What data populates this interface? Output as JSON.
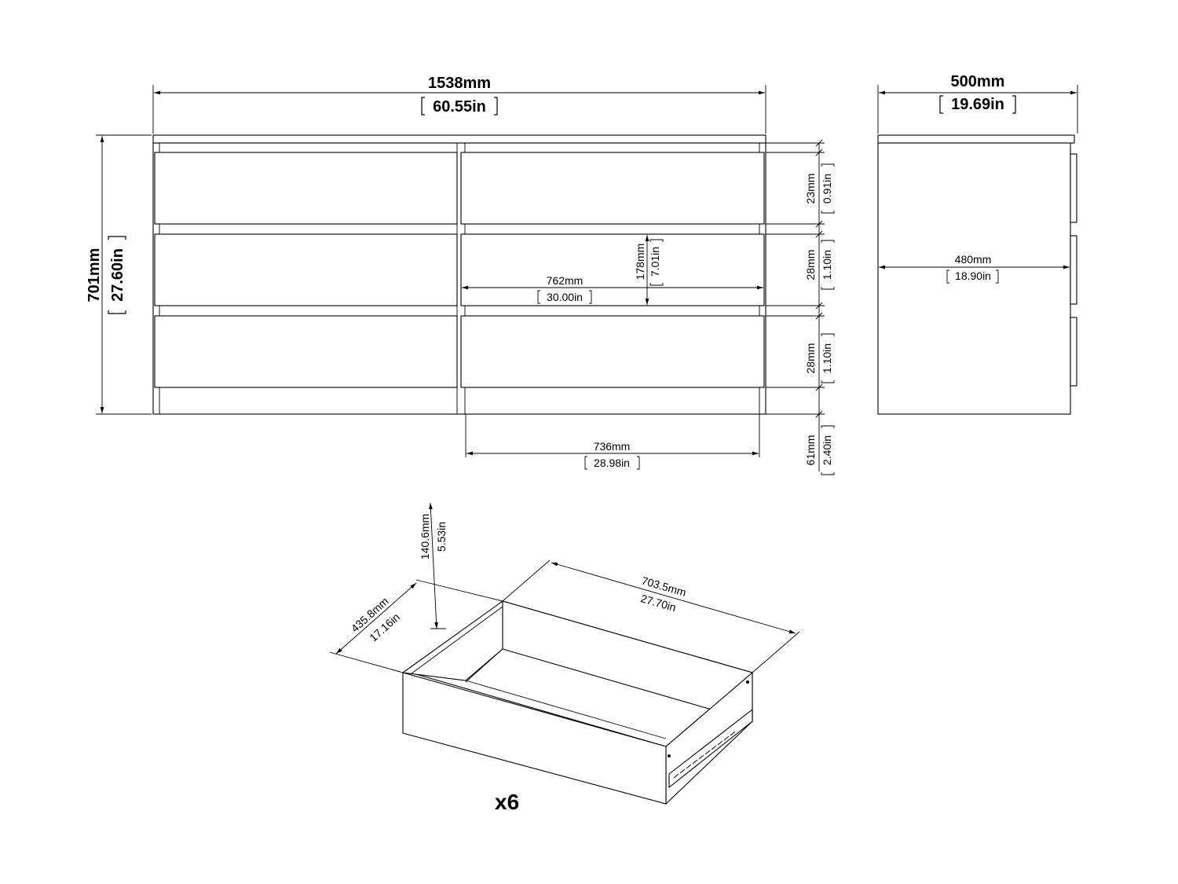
{
  "overall": {
    "width_mm": "1538mm",
    "width_in": "60.55in",
    "height_mm": "701mm",
    "height_in": "27.60in",
    "depth_mm": "500mm",
    "depth_in": "19.69in"
  },
  "front": {
    "drawer_front_width_mm": "762mm",
    "drawer_front_width_in": "30.00in",
    "drawer_front_height_mm": "178mm",
    "drawer_front_height_in": "7.01in",
    "inner_width_mm": "736mm",
    "inner_width_in": "28.98in",
    "gap_top_mm": "23mm",
    "gap_top_in": "0.91in",
    "gap_mid_mm": "28mm",
    "gap_mid_in": "1.10in",
    "gap_low_mm": "28mm",
    "gap_low_in": "1.10in",
    "plinth_mm": "61mm",
    "plinth_in": "2.40in"
  },
  "side": {
    "inner_depth_mm": "480mm",
    "inner_depth_in": "18.90in"
  },
  "drawer": {
    "height_mm": "140.6mm",
    "height_in": "5.53in",
    "depth_mm": "435.8mm",
    "depth_in": "17.16in",
    "width_mm": "703.5mm",
    "width_in": "27.70in",
    "quantity": "x6"
  }
}
